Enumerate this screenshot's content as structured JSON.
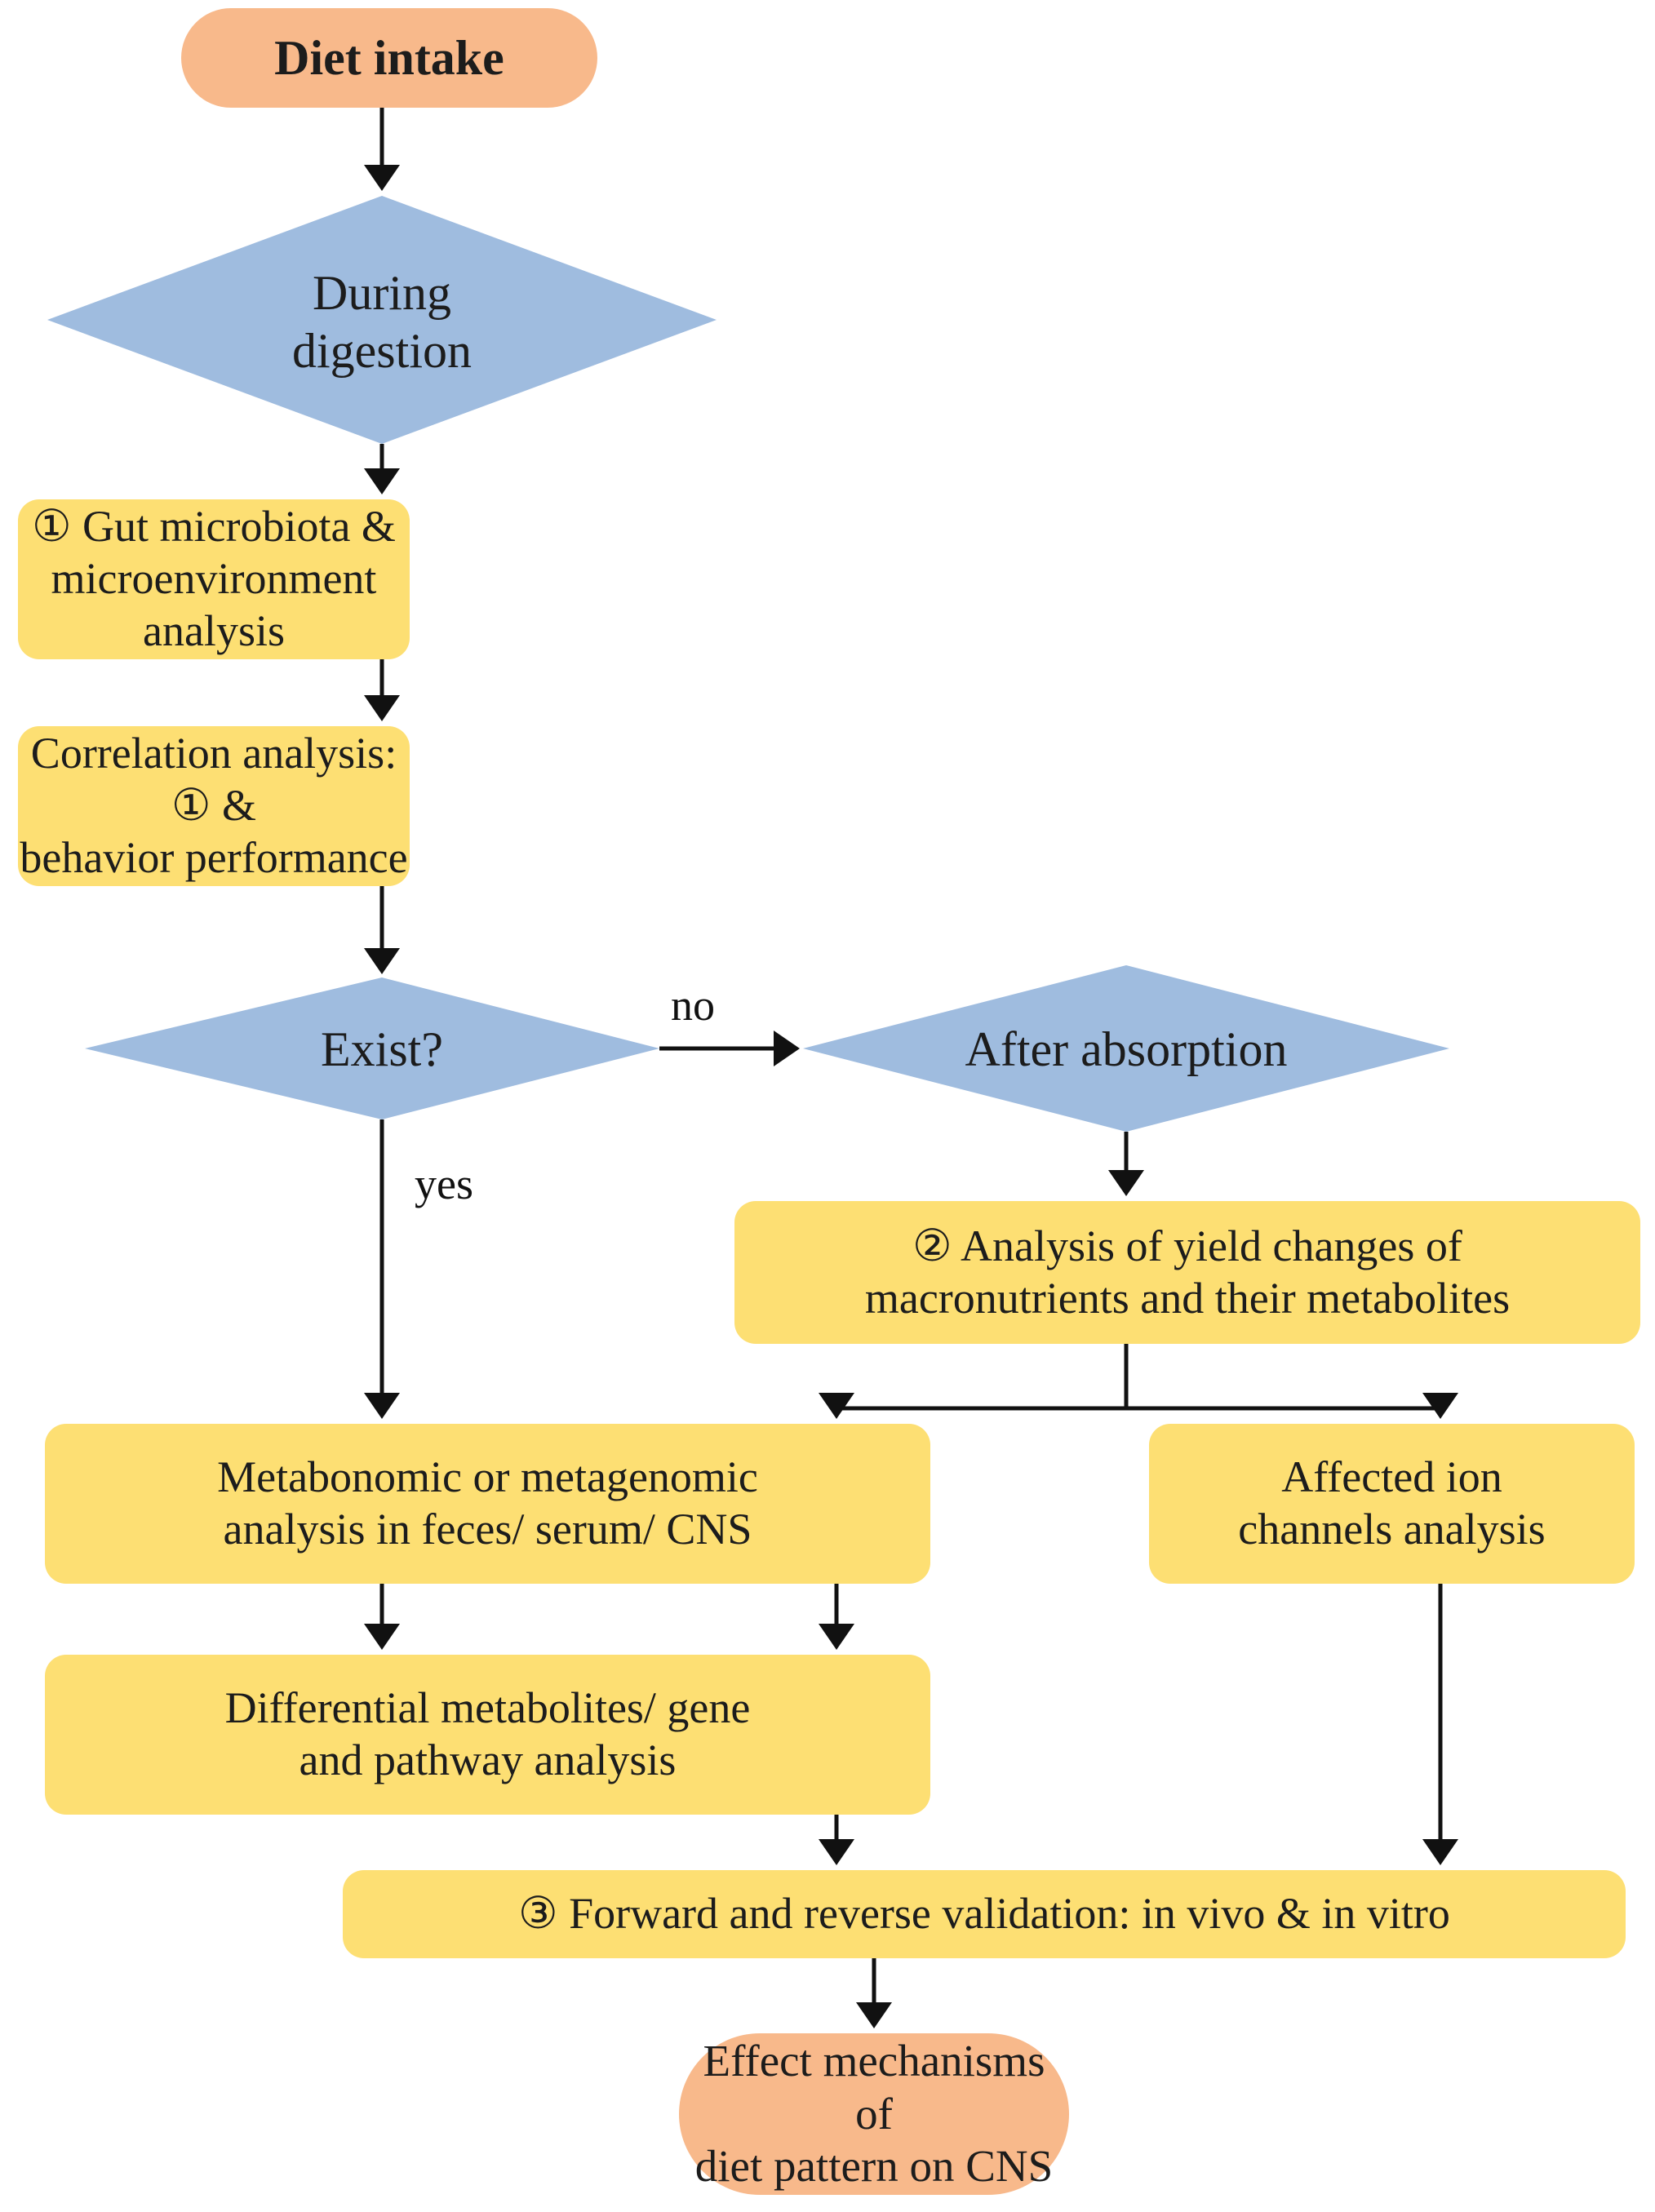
{
  "diagram": {
    "title": "Diet intake research workflow flowchart",
    "background_color": "#ffffff",
    "colors": {
      "terminal_fill": "#f8b98b",
      "decision_fill": "#9fbcdf",
      "process_fill": "#fddf73",
      "edge_stroke": "#111111",
      "text_color": "#1c1c1c"
    },
    "nodes": {
      "start": {
        "id": "diet-intake",
        "shape": "rounded-terminal",
        "color": "#f8b98b",
        "text": "Diet intake"
      },
      "decision_digestion": {
        "id": "during-digestion",
        "shape": "diamond",
        "color": "#9fbcdf",
        "text": "During\ndigestion"
      },
      "process_gut": {
        "id": "gut-microbiota-analysis",
        "shape": "rounded-rect",
        "color": "#fddf73",
        "text": "① Gut microbiota &\nmicroenvironment analysis"
      },
      "process_correlation": {
        "id": "correlation-analysis",
        "shape": "rounded-rect",
        "color": "#fddf73",
        "text": "Correlation analysis: ① &\nbehavior performance"
      },
      "decision_exist": {
        "id": "exist-question",
        "shape": "diamond",
        "color": "#9fbcdf",
        "text": "Exist?"
      },
      "decision_absorption": {
        "id": "after-absorption",
        "shape": "diamond",
        "color": "#9fbcdf",
        "text": "After absorption"
      },
      "process_yield": {
        "id": "yield-changes-analysis",
        "shape": "rounded-rect",
        "color": "#fddf73",
        "text": "② Analysis of yield changes of\nmacronutrients and their metabolites"
      },
      "process_metabonomic": {
        "id": "metabonomic-analysis",
        "shape": "rounded-rect",
        "color": "#fddf73",
        "text": "Metabonomic or metagenomic\nanalysis in feces/ serum/ CNS"
      },
      "process_ion": {
        "id": "ion-channels-analysis",
        "shape": "rounded-rect",
        "color": "#fddf73",
        "text": "Affected ion\nchannels analysis"
      },
      "process_differential": {
        "id": "differential-metabolites",
        "shape": "rounded-rect",
        "color": "#fddf73",
        "text": "Differential metabolites/ gene\nand pathway analysis"
      },
      "process_validation": {
        "id": "forward-reverse-validation",
        "shape": "rounded-rect",
        "color": "#fddf73",
        "text": "③ Forward and reverse validation: in vivo & in vitro"
      },
      "end": {
        "id": "effect-mechanisms",
        "shape": "rounded-terminal",
        "color": "#f8b98b",
        "text": "Effect mechanisms of\ndiet pattern on CNS"
      }
    },
    "edge_labels": {
      "no": "no",
      "yes": "yes"
    }
  },
  "chart_data": {
    "type": "flowchart",
    "title": "Diet intake research workflow",
    "nodes": [
      {
        "id": "diet-intake",
        "label": "Diet intake",
        "shape": "terminal",
        "fill": "#f8b98b"
      },
      {
        "id": "during-digestion",
        "label": "During digestion",
        "shape": "decision",
        "fill": "#9fbcdf"
      },
      {
        "id": "gut-microbiota-analysis",
        "label": "① Gut microbiota & microenvironment analysis",
        "shape": "process",
        "fill": "#fddf73"
      },
      {
        "id": "correlation-analysis",
        "label": "Correlation analysis: ① & behavior performance",
        "shape": "process",
        "fill": "#fddf73"
      },
      {
        "id": "exist-question",
        "label": "Exist?",
        "shape": "decision",
        "fill": "#9fbcdf"
      },
      {
        "id": "after-absorption",
        "label": "After absorption",
        "shape": "decision",
        "fill": "#9fbcdf"
      },
      {
        "id": "yield-changes-analysis",
        "label": "② Analysis of yield changes of macronutrients and their metabolites",
        "shape": "process",
        "fill": "#fddf73"
      },
      {
        "id": "metabonomic-analysis",
        "label": "Metabonomic or metagenomic analysis in feces/ serum/ CNS",
        "shape": "process",
        "fill": "#fddf73"
      },
      {
        "id": "ion-channels-analysis",
        "label": "Affected ion channels analysis",
        "shape": "process",
        "fill": "#fddf73"
      },
      {
        "id": "differential-metabolites",
        "label": "Differential metabolites/ gene and pathway analysis",
        "shape": "process",
        "fill": "#fddf73"
      },
      {
        "id": "forward-reverse-validation",
        "label": "③ Forward and reverse validation: in vivo & in vitro",
        "shape": "process",
        "fill": "#fddf73"
      },
      {
        "id": "effect-mechanisms",
        "label": "Effect mechanisms of diet pattern on CNS",
        "shape": "terminal",
        "fill": "#f8b98b"
      }
    ],
    "edges": [
      {
        "from": "diet-intake",
        "to": "during-digestion",
        "label": ""
      },
      {
        "from": "during-digestion",
        "to": "gut-microbiota-analysis",
        "label": ""
      },
      {
        "from": "gut-microbiota-analysis",
        "to": "correlation-analysis",
        "label": ""
      },
      {
        "from": "correlation-analysis",
        "to": "exist-question",
        "label": ""
      },
      {
        "from": "exist-question",
        "to": "after-absorption",
        "label": "no"
      },
      {
        "from": "exist-question",
        "to": "metabonomic-analysis",
        "label": "yes"
      },
      {
        "from": "after-absorption",
        "to": "yield-changes-analysis",
        "label": ""
      },
      {
        "from": "yield-changes-analysis",
        "to": "metabonomic-analysis",
        "label": ""
      },
      {
        "from": "yield-changes-analysis",
        "to": "ion-channels-analysis",
        "label": ""
      },
      {
        "from": "metabonomic-analysis",
        "to": "differential-metabolites",
        "label": ""
      },
      {
        "from": "metabonomic-analysis",
        "to": "differential-metabolites",
        "label": ""
      },
      {
        "from": "differential-metabolites",
        "to": "forward-reverse-validation",
        "label": ""
      },
      {
        "from": "ion-channels-analysis",
        "to": "forward-reverse-validation",
        "label": ""
      },
      {
        "from": "forward-reverse-validation",
        "to": "effect-mechanisms",
        "label": ""
      }
    ]
  }
}
